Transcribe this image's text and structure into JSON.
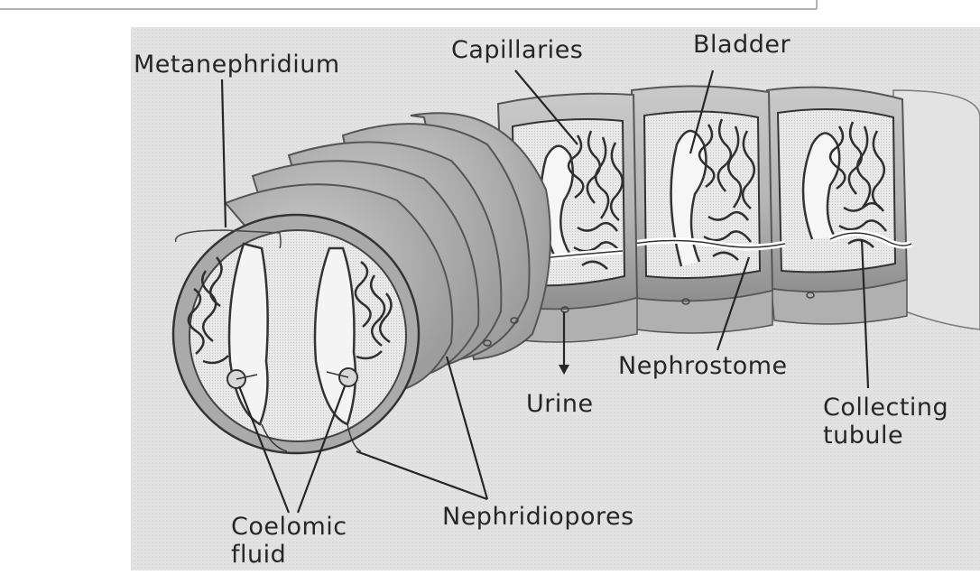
{
  "labels": {
    "metanephridium": "Metanephridium",
    "capillaries": "Capillaries",
    "bladder": "Bladder",
    "nephrostome": "Nephrostome",
    "urine": "Urine",
    "collecting_tubule": [
      "Collecting",
      "tubule"
    ],
    "coelomic_fluid": [
      "Coelomic",
      "fluid"
    ],
    "nephridiopores": "Nephridiopores"
  },
  "colors": {
    "background": "#ffffff",
    "stipple": "#d9d9d9",
    "body_wall": "#b9b9b9",
    "segment_dark": "#9a9a9a",
    "cavity_light": "#e6e6e6",
    "capillary": "#2f2f2f",
    "tubule": "#f4f4f4",
    "text": "#262626"
  }
}
